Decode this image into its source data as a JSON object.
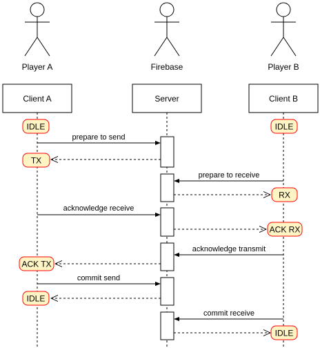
{
  "actors": [
    {
      "id": "a",
      "name": "Player A"
    },
    {
      "id": "f",
      "name": "Firebase"
    },
    {
      "id": "b",
      "name": "Player B"
    }
  ],
  "participants": [
    {
      "id": "a",
      "label": "Client A"
    },
    {
      "id": "f",
      "label": "Server"
    },
    {
      "id": "b",
      "label": "Client B"
    }
  ],
  "states": [
    {
      "id": "idle-a-1",
      "label": "IDLE"
    },
    {
      "id": "idle-b-1",
      "label": "IDLE"
    },
    {
      "id": "tx",
      "label": "TX"
    },
    {
      "id": "rx",
      "label": "RX"
    },
    {
      "id": "ack-rx",
      "label": "ACK RX"
    },
    {
      "id": "ack-tx",
      "label": "ACK TX"
    },
    {
      "id": "idle-a-2",
      "label": "IDLE"
    },
    {
      "id": "idle-b-2",
      "label": "IDLE"
    }
  ],
  "messages": [
    {
      "id": "m1",
      "label": "prepare to send"
    },
    {
      "id": "m2",
      "label": "prepare to receive"
    },
    {
      "id": "m3",
      "label": "acknowledge receive"
    },
    {
      "id": "m4",
      "label": "acknowledge transmit"
    },
    {
      "id": "m5",
      "label": "commit send"
    },
    {
      "id": "m6",
      "label": "commit receive"
    }
  ],
  "colors": {
    "state_fill": "#fff4c3",
    "state_stroke": "#ff0000",
    "line": "#000000"
  }
}
